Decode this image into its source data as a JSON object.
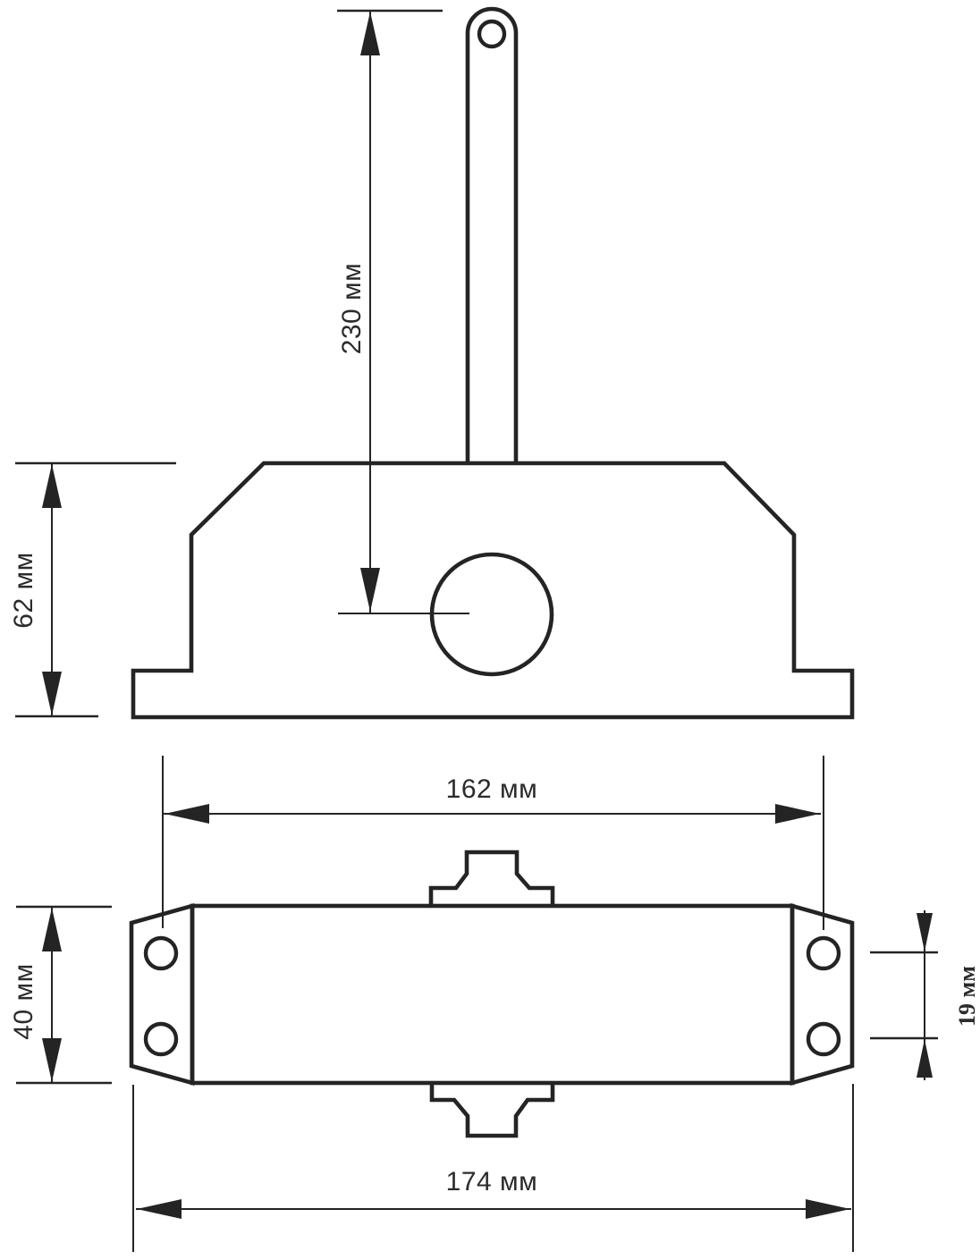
{
  "colors": {
    "background": "#ffffff",
    "line": "#242424",
    "text": "#2b2b2b"
  },
  "drawing": {
    "type": "door-closer dimensional drawing, two orthographic views",
    "top_view": {
      "arm_height_label": "230 мм",
      "body_height_label": "62 мм"
    },
    "side_view": {
      "hole_span_label": "162 мм",
      "body_width_label": "40 мм",
      "hole_pitch_label": "19 мм",
      "overall_length_label": "174 мм"
    }
  }
}
